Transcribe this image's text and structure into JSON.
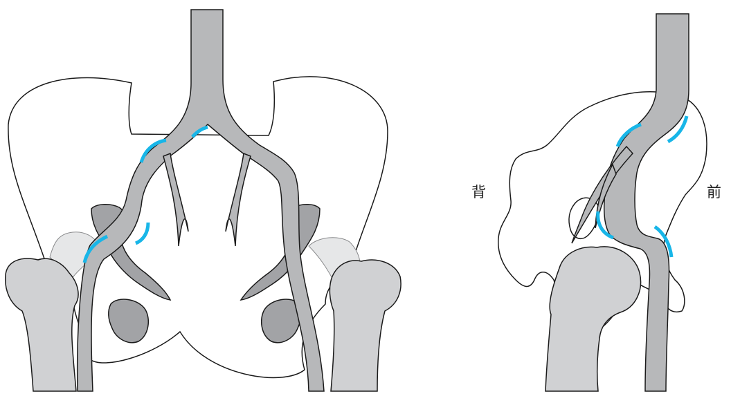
{
  "labels": {
    "posterior": "背",
    "anterior": "前"
  },
  "colors": {
    "vessel": "#b7b8ba",
    "femur": "#d0d1d3",
    "cartilage": "#e6e7e8",
    "foramen": "#a2a3a6",
    "outline": "#1a1a1a",
    "highlight": "#18b6e8",
    "background": "#ffffff"
  },
  "icons": {
    "highlight_marks": "cyan-arc"
  }
}
